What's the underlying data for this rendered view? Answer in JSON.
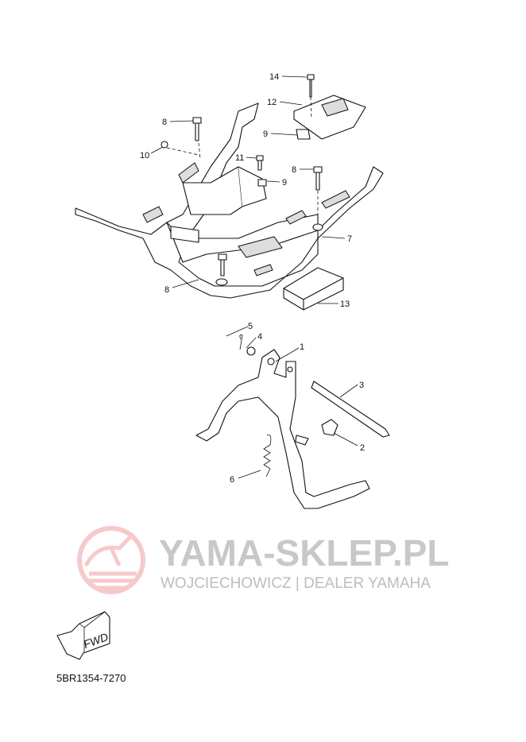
{
  "diagram": {
    "part_code": "5BR1354-7270",
    "fwd_label": "FWD",
    "watermark": {
      "title": "YAMA-SKLEP.PL",
      "subtitle": "WOJCIECHOWICZ | DEALER YAMAHA"
    },
    "callouts": {
      "c14": "14",
      "c12": "12",
      "c8a": "8",
      "c9a": "9",
      "c10": "10",
      "c11": "11",
      "c8b": "8",
      "c9b": "9",
      "c7": "7",
      "c8c": "8",
      "c13": "13",
      "c5": "5",
      "c4": "4",
      "c1": "1",
      "c3": "3",
      "c2": "2",
      "c6": "6"
    },
    "colors": {
      "watermark_logo": "#f2b8b8",
      "watermark_text": "#c8c8c8"
    }
  }
}
